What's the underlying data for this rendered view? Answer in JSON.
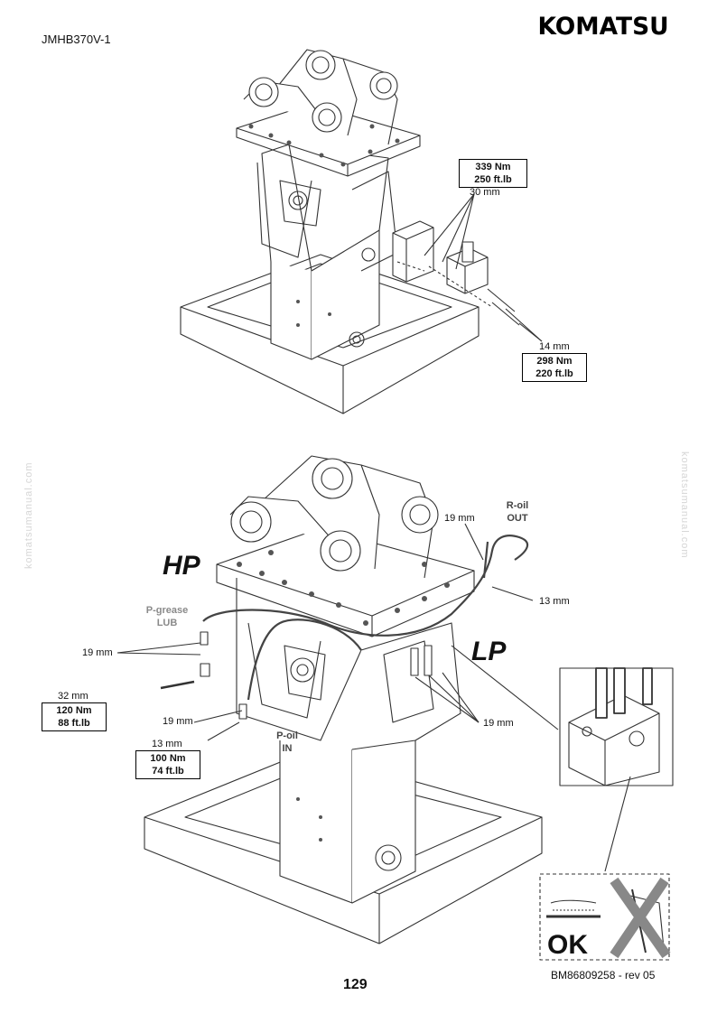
{
  "header": {
    "doc_code": "JMHB370V-1",
    "brand": "KOMATSU"
  },
  "watermark": "komatsumanual.com",
  "top_figure": {
    "torque_a": {
      "nm": "339 Nm",
      "ftlb": "250 ft.lb"
    },
    "wrench_a": "30 mm",
    "wrench_b": "14 mm",
    "torque_b": {
      "nm": "298 Nm",
      "ftlb": "220 ft.lb"
    }
  },
  "bottom_figure": {
    "hp": "HP",
    "lp": "LP",
    "r_oil": [
      "R-oil",
      "OUT"
    ],
    "p_grease": [
      "P-grease",
      "LUB"
    ],
    "p_oil": [
      "P-oil",
      "IN"
    ],
    "w19a": "19 mm",
    "w13a": "13 mm",
    "w19b": "19 mm",
    "w32": "32 mm",
    "torque_c": {
      "nm": "120 Nm",
      "ftlb": "88 ft.lb"
    },
    "w19c": "19 mm",
    "w13b": "13 mm",
    "torque_d": {
      "nm": "100 Nm",
      "ftlb": "74 ft.lb"
    },
    "w19d": "19 mm",
    "ok": "OK"
  },
  "footer": {
    "page": "129",
    "revision": "BM86809258 - rev 05"
  }
}
